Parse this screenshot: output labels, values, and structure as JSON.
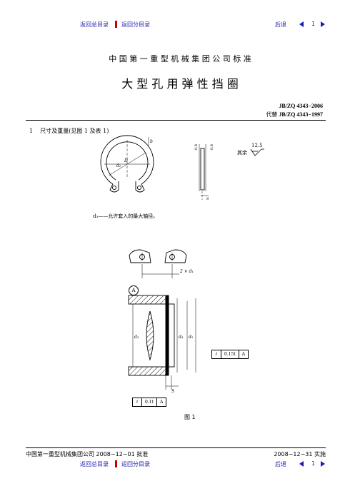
{
  "nav": {
    "home_link": "返回总目录",
    "section_link": "返回分目录",
    "back_label": "后退",
    "page_number": "1"
  },
  "header": {
    "org_standard": "中 国 第 一 重 型 机 械 集 团 公 司 标 准",
    "title": "大 型 孔 用 弹 性 挡 圈",
    "standard_no": "JB/ZQ 4343−2006",
    "replaces_label": "代替",
    "replaces_no": "JB/ZQ 4343−1997"
  },
  "section": {
    "number": "1",
    "title": "尺寸及重量",
    "ref": "(见图 1 及表 1)"
  },
  "figure": {
    "note": "d₃——允许套入的最大轴径。",
    "roughness_value": "12.5",
    "roughness_label": "其余",
    "label_2xd1": "2 × d₁",
    "tol_a": "0.15t",
    "tol_b": "0.1t",
    "datum": "A",
    "caption": "图 1"
  },
  "footer": {
    "approved": "中国第一重型机械集团公司 2008−12−01 批准",
    "effective": "2008−12−31 实施"
  }
}
